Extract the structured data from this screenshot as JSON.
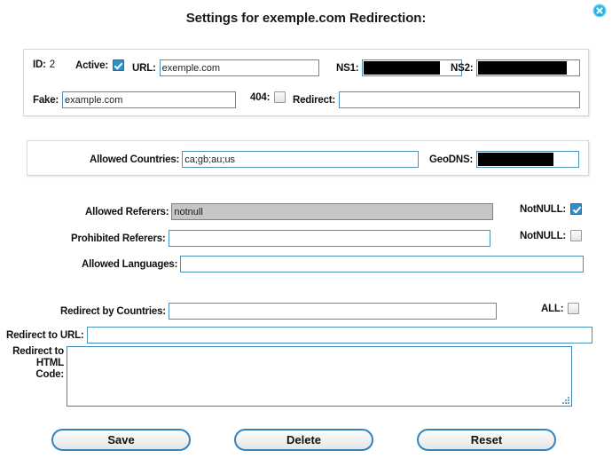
{
  "window": {
    "title": "Settings for exemple.com Redirection:",
    "close_icon": "close-circle-icon"
  },
  "colors": {
    "input_border": "#4a90b8",
    "button_border": "#2f86bd",
    "checkbox_checked": "#2d8fc9",
    "redaction": "#000000",
    "disabled_field": "#c6c6c6",
    "close_icon": "#29b6e8"
  },
  "identity_panel": {
    "id_label": "ID:",
    "id_value": "2",
    "active_label": "Active:",
    "active_checked": true,
    "url_label": "URL:",
    "url_value": "exemple.com",
    "ns1_label": "NS1:",
    "ns1_value": "",
    "ns1_redacted": true,
    "ns2_label": "NS2:",
    "ns2_value": "",
    "ns2_redacted": true,
    "fake_label": "Fake:",
    "fake_value": "example.com",
    "e404_label": "404:",
    "e404_checked": false,
    "redirect_label": "Redirect:",
    "redirect_value": ""
  },
  "countries_panel": {
    "allowed_countries_label": "Allowed Countries:",
    "allowed_countries_value": "ca;gb;au;us",
    "geodns_label": "GeoDNS:",
    "geodns_value": "",
    "geodns_redacted": true
  },
  "referers": {
    "allowed_referers_label": "Allowed Referers:",
    "allowed_referers_value": "notnull",
    "allowed_referers_disabled": true,
    "allowed_referers_notnull_label": "NotNULL:",
    "allowed_referers_notnull_checked": true,
    "prohibited_referers_label": "Prohibited Referers:",
    "prohibited_referers_value": "",
    "prohibited_referers_notnull_label": "NotNULL:",
    "prohibited_referers_notnull_checked": false,
    "allowed_languages_label": "Allowed Languages:",
    "allowed_languages_value": ""
  },
  "redirect": {
    "by_countries_label": "Redirect by Countries:",
    "by_countries_value": "",
    "all_label": "ALL:",
    "all_checked": false,
    "to_url_label": "Redirect to URL:",
    "to_url_value": "",
    "to_html_label_line1": "Redirect to",
    "to_html_label_line2": "HTML Code:",
    "to_html_value": ""
  },
  "actions": {
    "save_label": "Save",
    "delete_label": "Delete",
    "reset_label": "Reset"
  }
}
